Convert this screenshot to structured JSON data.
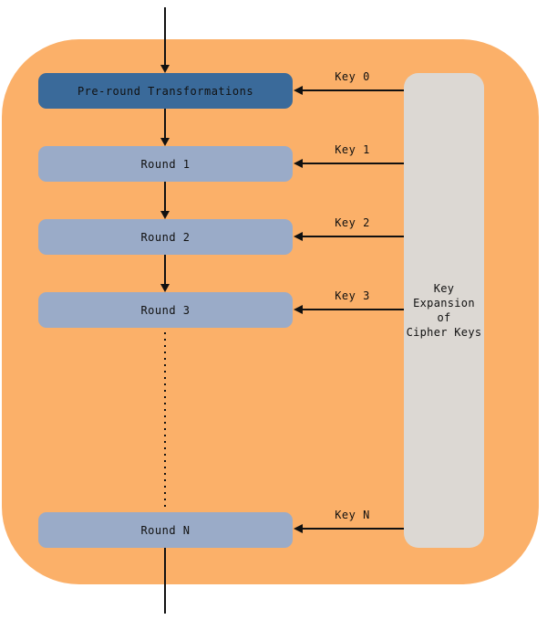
{
  "flow": {
    "boxes": [
      {
        "label": "Pre-round Transformations",
        "variant": "dark"
      },
      {
        "label": "Round 1",
        "variant": "light"
      },
      {
        "label": "Round 2",
        "variant": "light"
      },
      {
        "label": "Round 3",
        "variant": "light"
      },
      {
        "label": "Round N",
        "variant": "light"
      }
    ]
  },
  "keys": [
    {
      "label": "Key 0"
    },
    {
      "label": "Key 1"
    },
    {
      "label": "Key 2"
    },
    {
      "label": "Key 3"
    },
    {
      "label": "Key N"
    }
  ],
  "side_panel": {
    "line1": "Key",
    "line2": "Expansion of",
    "line3": "Cipher Keys"
  },
  "colors": {
    "background": "#ffffff",
    "container": "#FBB069",
    "box_dark": "#3A6A9A",
    "box_light": "#9AABC8",
    "panel": "#DCD8D3",
    "line": "#111111",
    "text": "#111111"
  }
}
